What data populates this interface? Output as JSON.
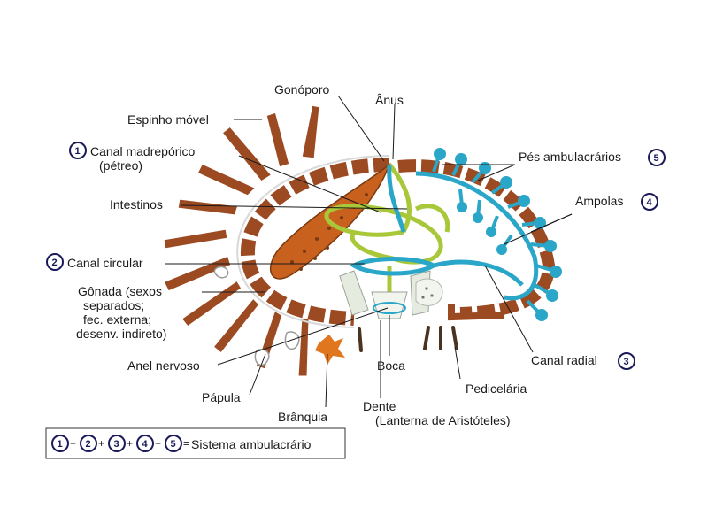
{
  "labels": {
    "gonoporo": "Gonóporo",
    "anus": "Ânus",
    "espinho": "Espinho móvel",
    "madreporico_1": "Canal madrepórico",
    "madreporico_2": "(pétreo)",
    "intestinos": "Intestinos",
    "canal_circular": "Canal circular",
    "gonada_1": "Gônada (sexos",
    "gonada_2": "separados;",
    "gonada_3": "fec. externa;",
    "gonada_4": "desenv. indireto)",
    "anel": "Anel nervoso",
    "papula": "Pápula",
    "branquia": "Brânquia",
    "boca": "Boca",
    "dente_1": "Dente",
    "dente_2": "(Lanterna de Aristóteles)",
    "pedicelaria": "Pedicelária",
    "canal_radial": "Canal radial",
    "ampolas": "Ampolas",
    "pes": "Pés ambulacrários"
  },
  "numbers": {
    "n1": "1",
    "n2": "2",
    "n3": "3",
    "n4": "4",
    "n5": "5"
  },
  "legend": {
    "plus": "+",
    "equals": "=",
    "text": "Sistema ambulacrário"
  },
  "colors": {
    "spine": "#9c4a22",
    "ambulacral": "#2aa6c8",
    "intestine": "#a8c83a",
    "gonad": "#c8601e",
    "outline": "#ffffff"
  }
}
